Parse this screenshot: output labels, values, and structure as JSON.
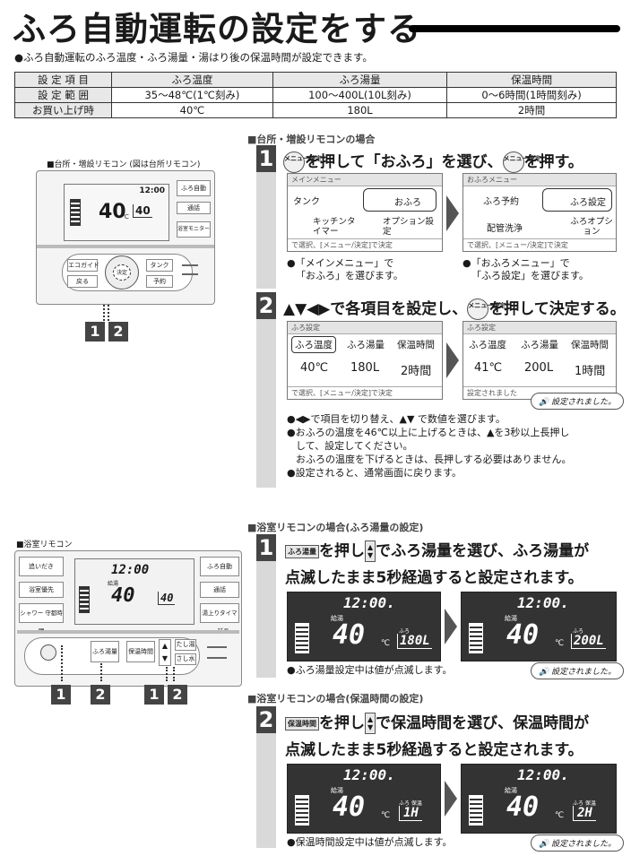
{
  "title": "ふろ自動運転の設定をする",
  "intro": "●ふろ自動運転のふろ温度・ふろ湯量・湯はり後の保温時間が設定できます。",
  "spec_table": {
    "headers": [
      "設 定 項 目",
      "ふろ温度",
      "ふろ湯量",
      "保温時間"
    ],
    "rows": [
      [
        "設 定 範 囲",
        "35〜48℃(1℃刻み)",
        "100〜400L(10L刻み)",
        "0〜6時間(1時間刻み)"
      ],
      [
        "お買い上げ時",
        "40℃",
        "180L",
        "2時間"
      ]
    ]
  },
  "kitchen": {
    "remote_caption": "■台所・増設リモコン (図は台所リモコン)",
    "lcd_time": "12:00",
    "lcd_temp_big": "40",
    "lcd_temp_small": "40",
    "lcd_unit": "℃",
    "side_buttons": [
      "ふろ自動",
      "通話",
      "浴室モニター"
    ],
    "left_buttons": [
      "エコガイド",
      "戻る"
    ],
    "right_buttons": [
      "タンク",
      "予約"
    ],
    "center_button": "決定",
    "step_badges": [
      "1",
      "2"
    ],
    "section_header": "■台所・増設リモコンの場合",
    "step1": {
      "num": "1",
      "instr_a": "を押して「おふろ」を選び、",
      "instr_b": "を押す。",
      "key_label": "メニュー決定",
      "panel1": {
        "header": "メインメニュー",
        "items": [
          "タンク",
          "おふろ",
          "キッチンタイマー",
          "オプション設定"
        ],
        "footer": "で選択、[メニュー/決定]で決定"
      },
      "panel2": {
        "header": "おふろメニュー",
        "items": [
          "ふろ予約",
          "ふろ設定",
          "配管洗浄",
          "ふろオプション"
        ],
        "footer": "で選択、[メニュー/決定]で決定"
      },
      "note1_line1": "●「メインメニュー」で",
      "note1_line2": "「おふろ」を選びます。",
      "note2_line1": "●「おふろメニュー」で",
      "note2_line2": "「ふろ設定」を選びます。"
    },
    "step2": {
      "num": "2",
      "instr_a": "▲▼◀▶で各項目を設定し、",
      "instr_b": "を押して決定する。",
      "panel1": {
        "header": "ふろ設定",
        "labels": [
          "ふろ温度",
          "ふろ湯量",
          "保温時間"
        ],
        "values": [
          "40℃",
          "180L",
          "2時間"
        ],
        "footer": "で選択、[メニュー/決定]で決定"
      },
      "panel2": {
        "header": "ふろ設定",
        "labels": [
          "ふろ温度",
          "ふろ湯量",
          "保温時間"
        ],
        "values": [
          "41℃",
          "200L",
          "1時間"
        ],
        "footer": "設定されました",
        "speech": "設定されました。"
      },
      "notes": [
        "●◀▶で項目を切り替え、▲▼ で数値を選びます。",
        "●おふろの温度を46℃以上に上げるときは、▲を3秒以上長押し",
        "して、設定してください。",
        "おふろの温度を下げるときは、長押しする必要はありません。",
        "●設定されると、通常画面に戻ります。"
      ]
    }
  },
  "bath": {
    "remote_caption": "■浴室リモコン",
    "left_buttons": [
      "追いだき",
      "浴室優先",
      "シャワー 守都時間"
    ],
    "right_buttons": [
      "ふろ自動",
      "通話",
      "湯上りタイマー 延長"
    ],
    "lcd_time": "12:00",
    "lcd_label": "給湯",
    "lcd_temp_big": "40",
    "lcd_temp_small": "40",
    "lower_buttons": [
      "ふろ湯量",
      "保温時間",
      "たし湯",
      "さし水"
    ],
    "step_badges": [
      "1",
      "2",
      "1",
      "2"
    ],
    "volume": {
      "section_header": "■浴室リモコンの場合(ふろ湯量の設定)",
      "num": "1",
      "key_label": "ふろ湯量",
      "line1_a": "を押し",
      "line1_b": "でふろ湯量を選び、ふろ湯量が",
      "line2": "点滅したまま5秒経過すると設定されます。",
      "lcd1": {
        "time": "12:00.",
        "label": "給湯",
        "temp": "40",
        "unit": "℃",
        "sub_label": "ふろ",
        "sub_value": "180L"
      },
      "lcd2": {
        "time": "12:00.",
        "label": "給湯",
        "temp": "40",
        "unit": "℃",
        "sub_label": "ふろ",
        "sub_value": "200L"
      },
      "note": "●ふろ湯量設定中は値が点滅します。",
      "speech": "設定されました。"
    },
    "keep": {
      "section_header": "■浴室リモコンの場合(保温時間の設定)",
      "num": "2",
      "key_label": "保温時間",
      "line1_a": "を押し",
      "line1_b": "で保温時間を選び、保温時間が",
      "line2": "点滅したまま5秒経過すると設定されます。",
      "lcd1": {
        "time": "12:00.",
        "label": "給湯",
        "temp": "40",
        "unit": "℃",
        "sub_label": "ふろ 保温",
        "sub_value": "1H"
      },
      "lcd2": {
        "time": "12:00.",
        "label": "給湯",
        "temp": "40",
        "unit": "℃",
        "sub_label": "ふろ 保温",
        "sub_value": "2H"
      },
      "note": "●保温時間設定中は値が点滅します。",
      "speech": "設定されました。"
    }
  }
}
